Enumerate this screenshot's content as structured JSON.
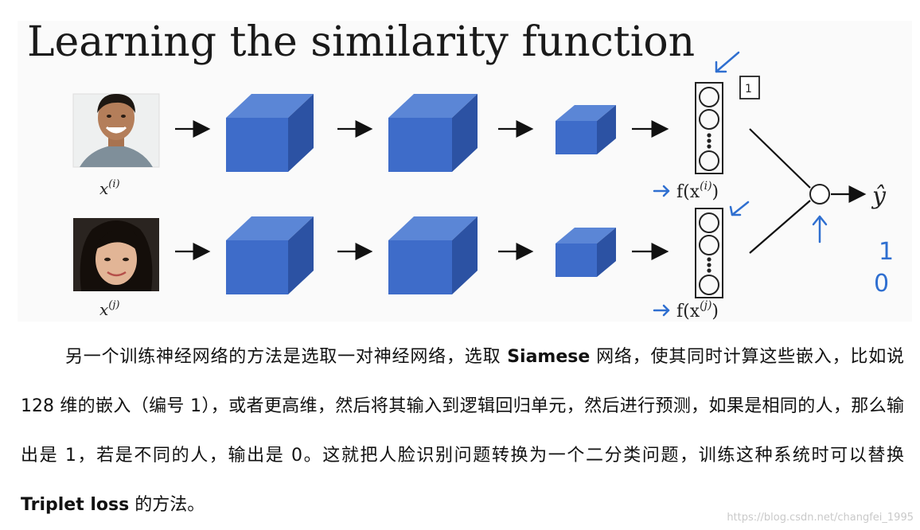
{
  "figure": {
    "title": "Learning the similarity function",
    "input_top_label": {
      "base": "x",
      "sup": "(i)"
    },
    "input_bottom_label": {
      "base": "x",
      "sup": "(j)"
    },
    "encoding_top_label": {
      "prefix": "f(x",
      "sup": "(i)",
      "suffix": ")"
    },
    "encoding_bottom_label": {
      "prefix": "f(x",
      "sup": "(j)",
      "suffix": ")"
    },
    "badge": "1",
    "output_symbol": "ŷ",
    "output_value_one": "1",
    "output_value_zero": "0",
    "colors": {
      "cube_front": "#3e6cc9",
      "cube_top": "#5b86d6",
      "cube_side": "#2c52a3",
      "handwriting": "#2f6fd0"
    }
  },
  "caption": {
    "part1": "另一个训练神经网络的方法是选取一对神经网络，选取 ",
    "bold1": "Siamese",
    "part2": " 网络，使其同时计算这些嵌入，比如说 128 维的嵌入（编号 1），或者更高维，然后将其输入到逻辑回归单元，然后进行预测，如果是相同的人，那么输出是 1，若是不同的人，输出是 0。这就把人脸识别问题转换为一个二分类问题，训练这种系统时可以替换 ",
    "bold2": "Triplet loss",
    "part3": " 的方法。"
  },
  "watermark": "https://blog.csdn.net/changfei_1995"
}
